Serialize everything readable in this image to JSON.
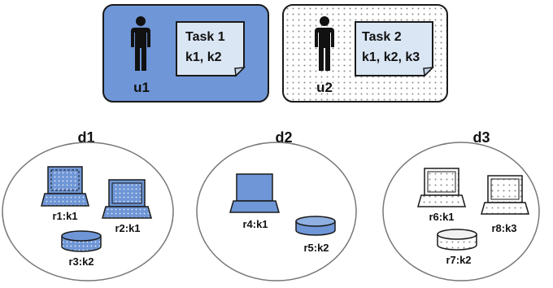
{
  "users": [
    {
      "id": "u1",
      "task_title": "Task 1",
      "task_keys": "k1, k2",
      "fill": "#6f96d6"
    },
    {
      "id": "u2",
      "task_title": "Task 2",
      "task_keys": "k1, k2, k3",
      "fill": "dots"
    }
  ],
  "domains": [
    {
      "id": "d1"
    },
    {
      "id": "d2"
    },
    {
      "id": "d3"
    }
  ],
  "resources": [
    {
      "id": "r1",
      "label": "r1:k1",
      "kind": "laptop-icon",
      "fill": "blue-dots"
    },
    {
      "id": "r2",
      "label": "r2:k1",
      "kind": "laptop-icon",
      "fill": "blue-dots"
    },
    {
      "id": "r3",
      "label": "r3:k2",
      "kind": "disk-icon",
      "fill": "blue-dots"
    },
    {
      "id": "r4",
      "label": "r4:k1",
      "kind": "laptop-icon",
      "fill": "blue"
    },
    {
      "id": "r5",
      "label": "r5:k2",
      "kind": "disk-icon",
      "fill": "blue"
    },
    {
      "id": "r6",
      "label": "r6:k1",
      "kind": "laptop-icon",
      "fill": "dots"
    },
    {
      "id": "r7",
      "label": "r7:k2",
      "kind": "disk-icon",
      "fill": "dots"
    },
    {
      "id": "r8",
      "label": "r8:k3",
      "kind": "laptop-icon",
      "fill": "dots"
    }
  ],
  "colors": {
    "blue": "#6f96d6",
    "light_blue": "#dbe6f4",
    "dot": "#7a7a7a",
    "outline": "#1a1a1a"
  }
}
